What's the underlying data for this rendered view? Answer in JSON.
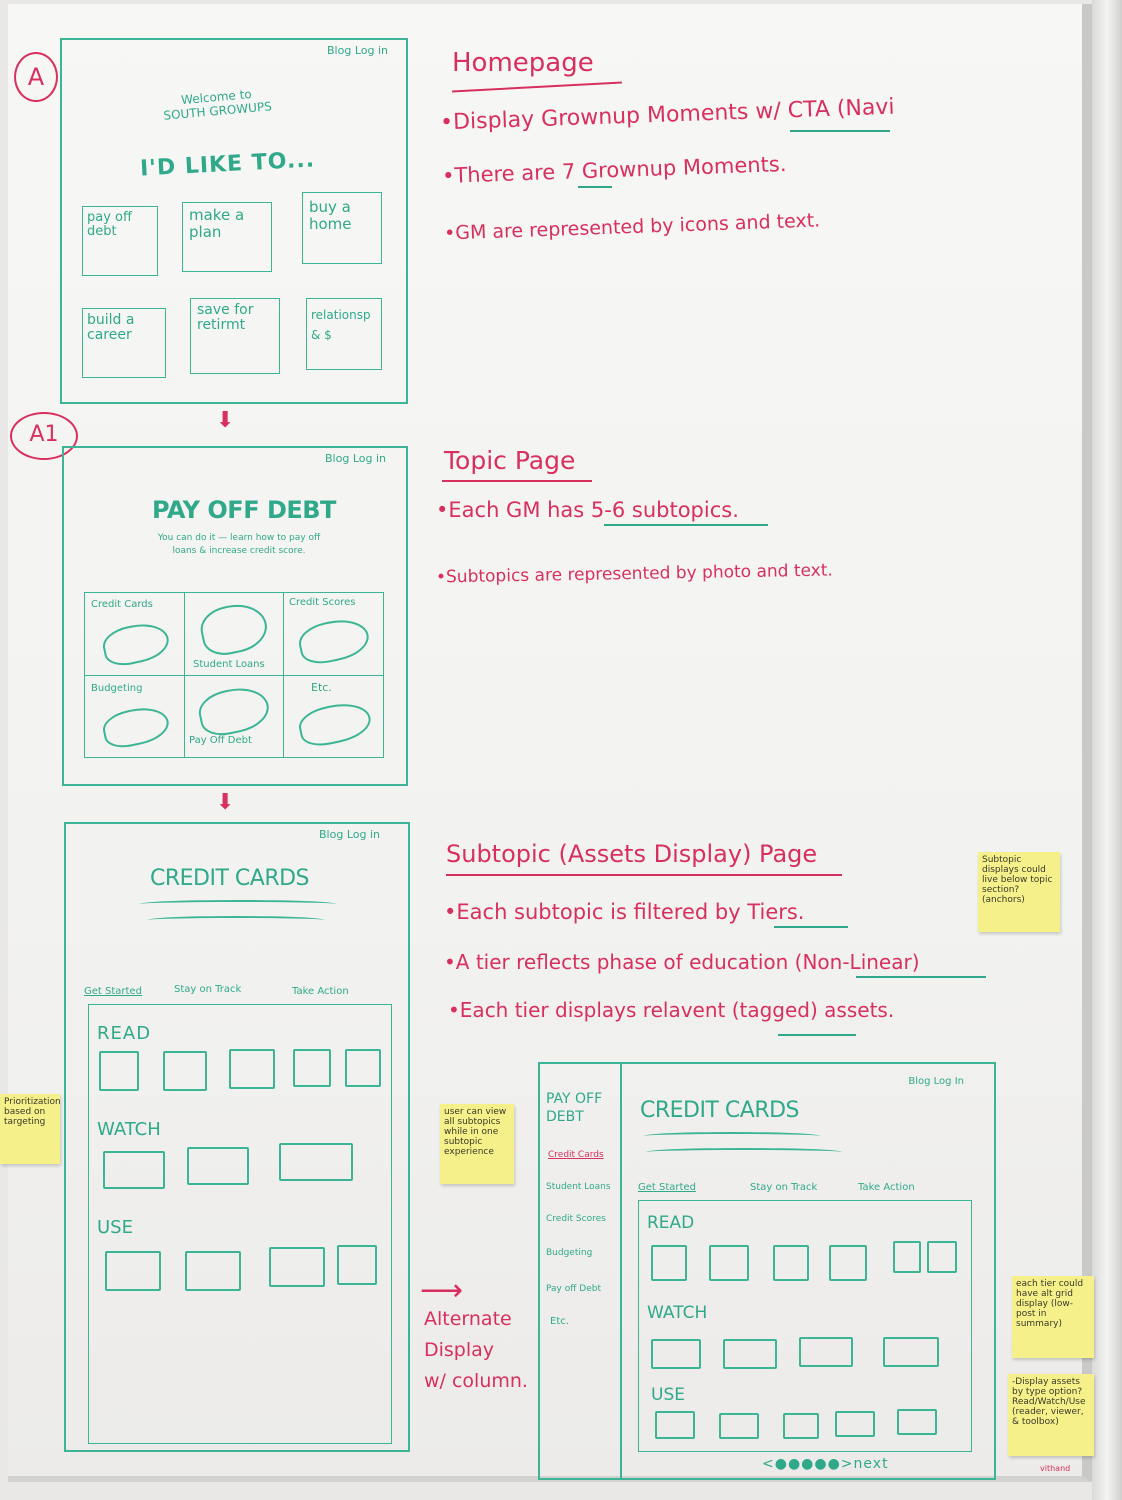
{
  "board": {
    "label_a": "A",
    "label_a1": "A1"
  },
  "wire_home": {
    "blog_login": "Blog Log in",
    "welcome": "Welcome to\nSOUTH GROWUPS",
    "heading": "I'D LIKE TO...",
    "tiles": [
      "pay off debt",
      "make a plan",
      "buy a home",
      "build a career",
      "save for retirmt",
      "relationsp & $"
    ]
  },
  "wire_topic": {
    "blog_login": "Blog Log in",
    "heading": "PAY OFF DEBT",
    "subheading": "You can do it — learn how to pay off\nloans & increase credit score.",
    "cells": [
      "Credit Cards",
      "Student Loans",
      "Credit Scores",
      "Budgeting",
      "Pay Off Debt",
      "Etc."
    ]
  },
  "wire_sub": {
    "blog_login": "Blog Log in",
    "heading": "CREDIT CARDS",
    "tabs": [
      "Get Started",
      "Stay on Track",
      "Take Action"
    ],
    "sections": [
      "READ",
      "WATCH",
      "USE"
    ]
  },
  "wire_alt": {
    "blog_login": "Blog Log In",
    "side_title": "PAY OFF DEBT",
    "side_items": [
      "Credit Cards",
      "Student Loans",
      "Credit Scores",
      "Budgeting",
      "Pay off Debt",
      "Etc."
    ],
    "heading": "CREDIT CARDS",
    "tabs": [
      "Get Started",
      "Stay on Track",
      "Take Action"
    ],
    "sections": [
      "READ",
      "WATCH",
      "USE"
    ],
    "pager": "<●●●●●>next"
  },
  "notes_homepage": {
    "title": "Homepage",
    "bullets": [
      "•Display Grownup Moments w/ CTA (Navi",
      "•There are 7 Grownup Moments.",
      "•GM are represented by icons and text."
    ]
  },
  "notes_topic": {
    "title": "Topic Page",
    "bullets": [
      "•Each GM has 5-6 subtopics.",
      "•Subtopics are represented by photo and text."
    ]
  },
  "notes_subtopic": {
    "title": "Subtopic (Assets Display) Page",
    "bullets": [
      "•Each subtopic is filtered by Tiers.",
      "•A tier reflects phase of education (Non-Linear)",
      "•Each tier displays relavent (tagged) assets."
    ]
  },
  "alternate_label": "Alternate\nDisplay\nw/ column.",
  "stickies": {
    "subtopic_anchors": "Subtopic displays could live below topic section? (anchors)",
    "left_edge": "Prioritization based on targeting",
    "view_all": "user can view all subtopics while in one subtopic experience",
    "tier_grid": "each tier could have alt grid display (low-post in summary)",
    "display_assets": "-Display assets by type option? Read/Watch/Use (reader, viewer, & toolbox)"
  },
  "marker_brand": "vithand"
}
